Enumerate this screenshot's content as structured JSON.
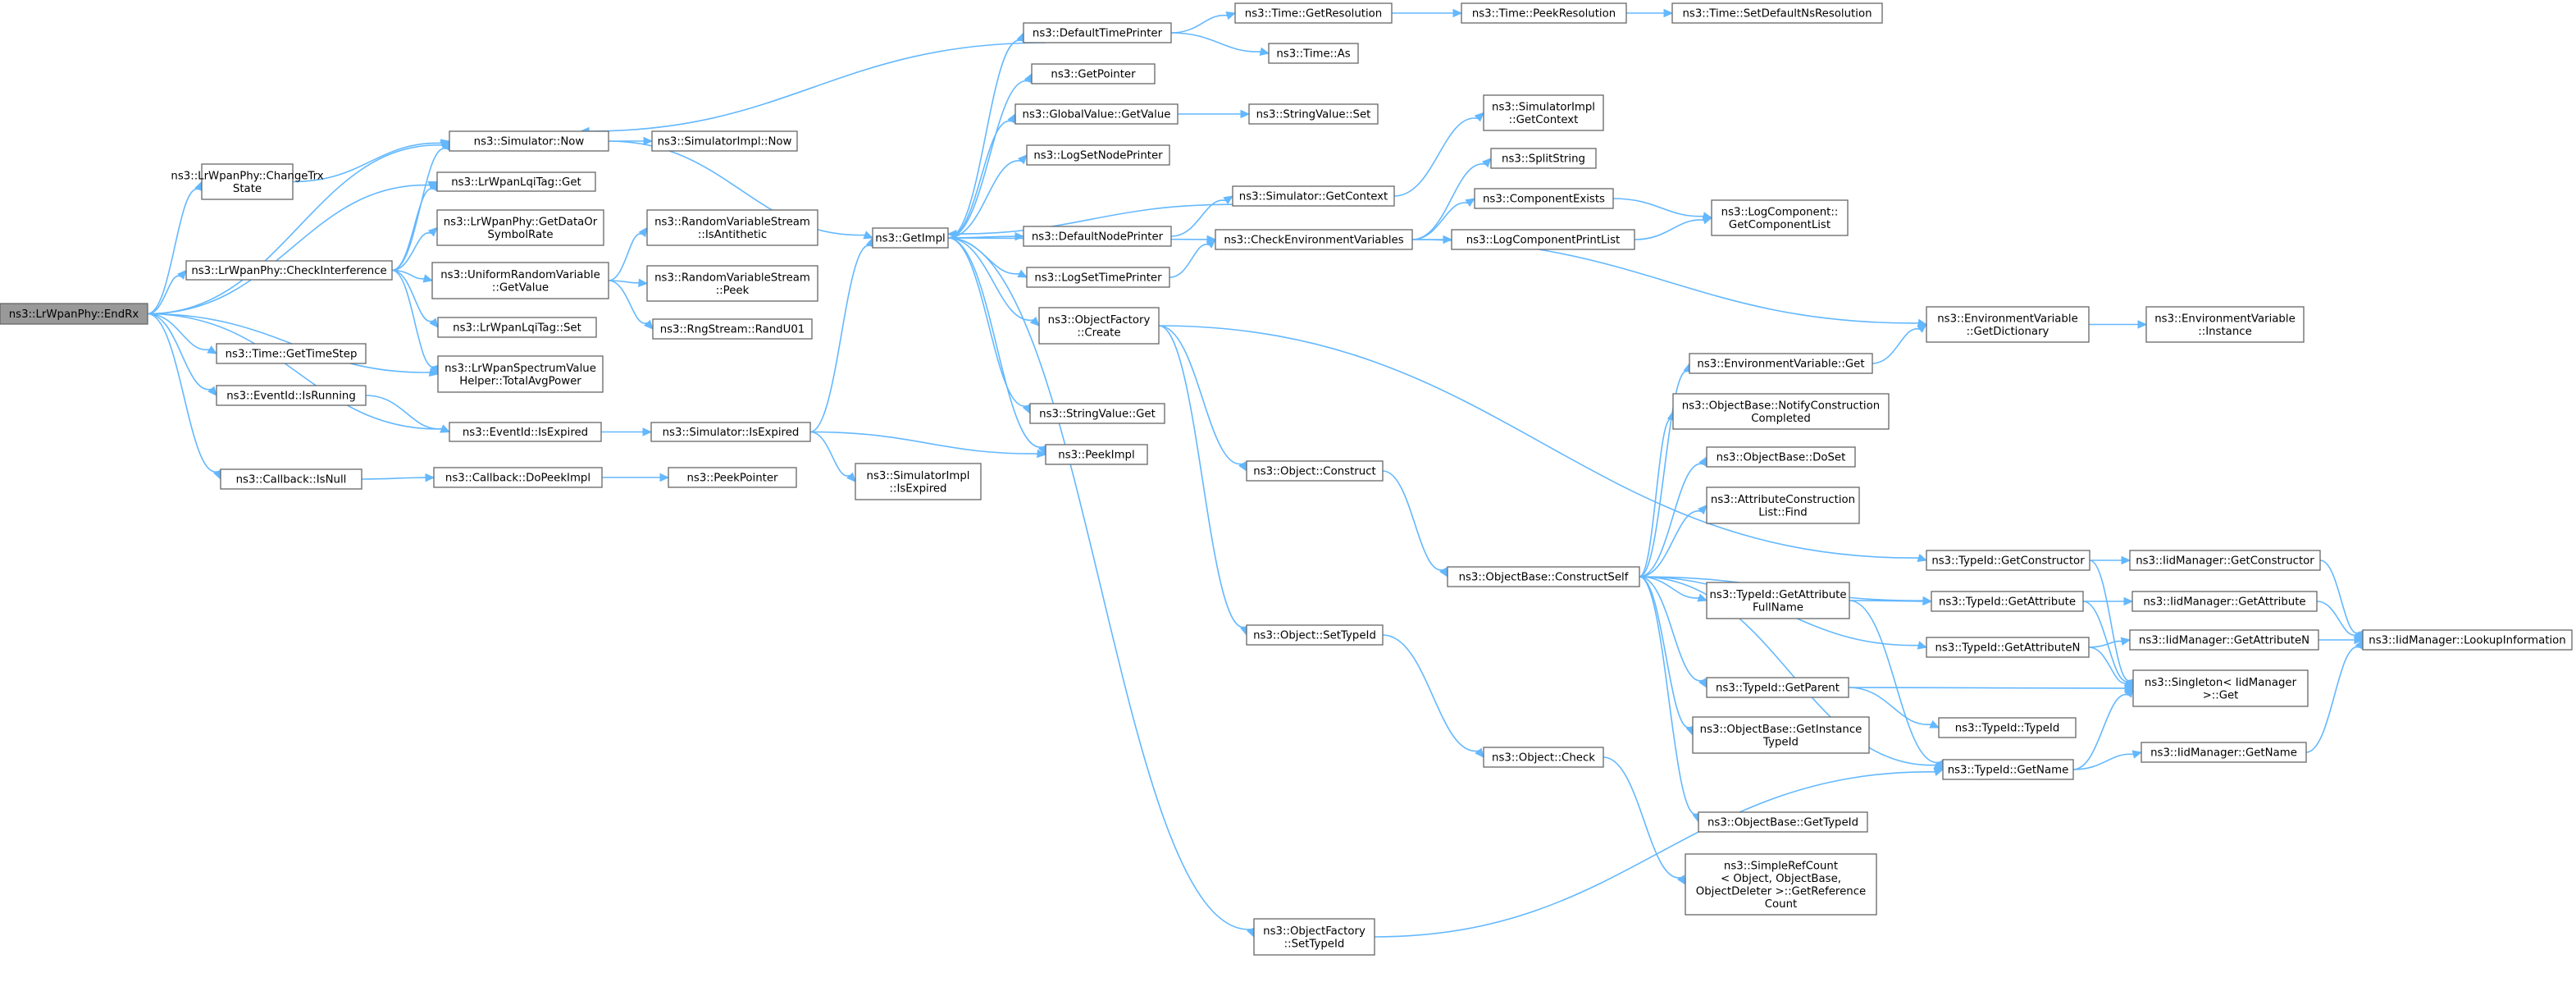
{
  "colors": {
    "node_fill": "#ffffff",
    "node_border": "#666666",
    "root_fill": "#999999",
    "root_border": "#666666",
    "highlight_border": "#ff0000",
    "edge": "#63B8FF",
    "text": "#000000"
  },
  "nodes": [
    {
      "id": "endrx",
      "lines": [
        "ns3::LrWpanPhy::EndRx"
      ],
      "style": "root"
    },
    {
      "id": "changetrx",
      "lines": [
        "ns3::LrWpanPhy::ChangeTrx",
        "State"
      ]
    },
    {
      "id": "checkintf",
      "lines": [
        "ns3::LrWpanPhy::CheckInterference"
      ]
    },
    {
      "id": "timestep",
      "lines": [
        "ns3::Time::GetTimeStep"
      ]
    },
    {
      "id": "isrunning",
      "lines": [
        "ns3::EventId::IsRunning"
      ]
    },
    {
      "id": "cbisnull",
      "lines": [
        "ns3::Callback::IsNull"
      ]
    },
    {
      "id": "simnow",
      "lines": [
        "ns3::Simulator::Now"
      ]
    },
    {
      "id": "lqiget",
      "lines": [
        "ns3::LrWpanLqiTag::Get"
      ]
    },
    {
      "id": "datasym",
      "lines": [
        "ns3::LrWpanPhy::GetDataOr",
        "SymbolRate"
      ]
    },
    {
      "id": "urvget",
      "lines": [
        "ns3::UniformRandomVariable",
        "::GetValue"
      ]
    },
    {
      "id": "lqiset",
      "lines": [
        "ns3::LrWpanLqiTag::Set"
      ]
    },
    {
      "id": "totalavg",
      "lines": [
        "ns3::LrWpanSpectrumValue",
        "Helper::TotalAvgPower"
      ]
    },
    {
      "id": "evexpired",
      "lines": [
        "ns3::EventId::IsExpired"
      ]
    },
    {
      "id": "cbdopeek",
      "lines": [
        "ns3::Callback::DoPeekImpl"
      ]
    },
    {
      "id": "simimplnow",
      "lines": [
        "ns3::SimulatorImpl::Now"
      ]
    },
    {
      "id": "rvsanti",
      "lines": [
        "ns3::RandomVariableStream",
        "::IsAntithetic"
      ]
    },
    {
      "id": "rvspeek",
      "lines": [
        "ns3::RandomVariableStream",
        "::Peek"
      ]
    },
    {
      "id": "randu01",
      "lines": [
        "ns3::RngStream::RandU01"
      ]
    },
    {
      "id": "simexpired",
      "lines": [
        "ns3::Simulator::IsExpired"
      ]
    },
    {
      "id": "peekptr",
      "lines": [
        "ns3::PeekPointer"
      ]
    },
    {
      "id": "simimplexp",
      "lines": [
        "ns3::SimulatorImpl",
        "::IsExpired"
      ]
    },
    {
      "id": "getimpl",
      "lines": [
        "ns3::GetImpl"
      ]
    },
    {
      "id": "deftimeprinter",
      "lines": [
        "ns3::DefaultTimePrinter"
      ]
    },
    {
      "id": "getpointer",
      "lines": [
        "ns3::GetPointer"
      ]
    },
    {
      "id": "gvgetvalue",
      "lines": [
        "ns3::GlobalValue::GetValue"
      ]
    },
    {
      "id": "logsetnode",
      "lines": [
        "ns3::LogSetNodePrinter"
      ]
    },
    {
      "id": "defnodeprinter",
      "lines": [
        "ns3::DefaultNodePrinter"
      ]
    },
    {
      "id": "logsettime",
      "lines": [
        "ns3::LogSetTimePrinter"
      ]
    },
    {
      "id": "objfactcreate",
      "lines": [
        "ns3::ObjectFactory",
        "::Create"
      ]
    },
    {
      "id": "strvalget",
      "lines": [
        "ns3::StringValue::Get"
      ]
    },
    {
      "id": "peekimpl",
      "lines": [
        "ns3::PeekImpl"
      ]
    },
    {
      "id": "timegetres",
      "lines": [
        "ns3::Time::GetResolution"
      ]
    },
    {
      "id": "timeas",
      "lines": [
        "ns3::Time::As"
      ]
    },
    {
      "id": "strvalset",
      "lines": [
        "ns3::StringValue::Set"
      ]
    },
    {
      "id": "simgetctx",
      "lines": [
        "ns3::Simulator::GetContext"
      ]
    },
    {
      "id": "checkenv",
      "lines": [
        "ns3::CheckEnvironmentVariables"
      ]
    },
    {
      "id": "objconstruct",
      "lines": [
        "ns3::Object::Construct"
      ]
    },
    {
      "id": "objsettypeid",
      "lines": [
        "ns3::Object::SetTypeId"
      ]
    },
    {
      "id": "objfactset",
      "lines": [
        "ns3::ObjectFactory",
        "::SetTypeId"
      ]
    },
    {
      "id": "timepeekres",
      "lines": [
        "ns3::Time::PeekResolution"
      ]
    },
    {
      "id": "simimplctx",
      "lines": [
        "ns3::SimulatorImpl",
        "::GetContext"
      ]
    },
    {
      "id": "splitstring",
      "lines": [
        "ns3::SplitString"
      ]
    },
    {
      "id": "compexists",
      "lines": [
        "ns3::ComponentExists"
      ]
    },
    {
      "id": "logcompprint",
      "lines": [
        "ns3::LogComponentPrintList"
      ]
    },
    {
      "id": "objbasecs",
      "lines": [
        "ns3::ObjectBase::ConstructSelf"
      ]
    },
    {
      "id": "objcheck",
      "lines": [
        "ns3::Object::Check"
      ]
    },
    {
      "id": "timesetdef",
      "lines": [
        "ns3::Time::SetDefaultNsResolution"
      ],
      "style": "highlight"
    },
    {
      "id": "logcompgcl",
      "lines": [
        "ns3::LogComponent::",
        "GetComponentList"
      ]
    },
    {
      "id": "envvarget",
      "lines": [
        "ns3::EnvironmentVariable::Get"
      ]
    },
    {
      "id": "notifyconst",
      "lines": [
        "ns3::ObjectBase::NotifyConstruction",
        "Completed"
      ]
    },
    {
      "id": "doset",
      "lines": [
        "ns3::ObjectBase::DoSet"
      ]
    },
    {
      "id": "attrfind",
      "lines": [
        "ns3::AttributeConstruction",
        "List::Find"
      ]
    },
    {
      "id": "tidgetattrfull",
      "lines": [
        "ns3::TypeId::GetAttribute",
        "FullName"
      ]
    },
    {
      "id": "tidgetparent",
      "lines": [
        "ns3::TypeId::GetParent"
      ],
      "style": "highlight"
    },
    {
      "id": "getinsttypeid",
      "lines": [
        "ns3::ObjectBase::GetInstance",
        "TypeId"
      ]
    },
    {
      "id": "getobjtypeid",
      "lines": [
        "ns3::ObjectBase::GetTypeId"
      ],
      "style": "highlight"
    },
    {
      "id": "simplerefcount",
      "lines": [
        "ns3::SimpleRefCount",
        "< Object, ObjectBase,",
        "ObjectDeleter >::GetReference",
        "Count"
      ]
    },
    {
      "id": "envvardict",
      "lines": [
        "ns3::EnvironmentVariable",
        "::GetDictionary"
      ]
    },
    {
      "id": "tidgetctor",
      "lines": [
        "ns3::TypeId::GetConstructor"
      ]
    },
    {
      "id": "tidgetattr",
      "lines": [
        "ns3::TypeId::GetAttribute"
      ]
    },
    {
      "id": "tidgetattrn",
      "lines": [
        "ns3::TypeId::GetAttributeN"
      ]
    },
    {
      "id": "tidtypeid",
      "lines": [
        "ns3::TypeId::TypeId"
      ]
    },
    {
      "id": "tidgetname",
      "lines": [
        "ns3::TypeId::GetName"
      ]
    },
    {
      "id": "envvarinst",
      "lines": [
        "ns3::EnvironmentVariable",
        "::Instance"
      ]
    },
    {
      "id": "iidgetctor",
      "lines": [
        "ns3::IidManager::GetConstructor"
      ]
    },
    {
      "id": "iidgetattr",
      "lines": [
        "ns3::IidManager::GetAttribute"
      ]
    },
    {
      "id": "iidgetattrn",
      "lines": [
        "ns3::IidManager::GetAttributeN"
      ]
    },
    {
      "id": "singletonget",
      "lines": [
        "ns3::Singleton< IidManager",
        ">::Get"
      ]
    },
    {
      "id": "iidgetname",
      "lines": [
        "ns3::IidManager::GetName"
      ]
    },
    {
      "id": "iidlookup",
      "lines": [
        "ns3::IidManager::LookupInformation"
      ]
    }
  ],
  "edges": [
    [
      "endrx",
      "changetrx"
    ],
    [
      "endrx",
      "simnow"
    ],
    [
      "endrx",
      "lqiget"
    ],
    [
      "endrx",
      "checkintf"
    ],
    [
      "endrx",
      "timestep"
    ],
    [
      "endrx",
      "isrunning"
    ],
    [
      "endrx",
      "evexpired"
    ],
    [
      "endrx",
      "cbisnull"
    ],
    [
      "endrx",
      "totalavg"
    ],
    [
      "changetrx",
      "simnow"
    ],
    [
      "checkintf",
      "simnow"
    ],
    [
      "checkintf",
      "lqiget"
    ],
    [
      "checkintf",
      "datasym"
    ],
    [
      "checkintf",
      "urvget"
    ],
    [
      "checkintf",
      "lqiset"
    ],
    [
      "checkintf",
      "totalavg"
    ],
    [
      "isrunning",
      "evexpired"
    ],
    [
      "cbisnull",
      "cbdopeek"
    ],
    [
      "simnow",
      "simimplnow"
    ],
    [
      "simnow",
      "getimpl"
    ],
    [
      "urvget",
      "rvsanti"
    ],
    [
      "urvget",
      "rvspeek"
    ],
    [
      "urvget",
      "randu01"
    ],
    [
      "evexpired",
      "simexpired"
    ],
    [
      "cbdopeek",
      "peekptr"
    ],
    [
      "simexpired",
      "getimpl"
    ],
    [
      "simexpired",
      "peekimpl"
    ],
    [
      "simexpired",
      "simimplexp"
    ],
    [
      "getimpl",
      "deftimeprinter"
    ],
    [
      "getimpl",
      "getpointer"
    ],
    [
      "getimpl",
      "gvgetvalue"
    ],
    [
      "getimpl",
      "logsetnode"
    ],
    [
      "getimpl",
      "defnodeprinter"
    ],
    [
      "getimpl",
      "logsettime"
    ],
    [
      "getimpl",
      "objfactcreate"
    ],
    [
      "getimpl",
      "strvalget"
    ],
    [
      "getimpl",
      "peekimpl"
    ],
    [
      "getimpl",
      "objfactset"
    ],
    [
      "getimpl",
      "checkenv"
    ],
    [
      "deftimeprinter",
      "simnow"
    ],
    [
      "deftimeprinter",
      "timegetres"
    ],
    [
      "deftimeprinter",
      "timeas"
    ],
    [
      "gvgetvalue",
      "strvalset"
    ],
    [
      "defnodeprinter",
      "simgetctx"
    ],
    [
      "logsettime",
      "checkenv"
    ],
    [
      "simgetctx",
      "getimpl"
    ],
    [
      "simgetctx",
      "simimplctx"
    ],
    [
      "checkenv",
      "splitstring"
    ],
    [
      "checkenv",
      "compexists"
    ],
    [
      "checkenv",
      "logcompprint"
    ],
    [
      "checkenv",
      "envvardict"
    ],
    [
      "compexists",
      "logcompgcl"
    ],
    [
      "logcompprint",
      "logcompgcl"
    ],
    [
      "objfactcreate",
      "objconstruct"
    ],
    [
      "objfactcreate",
      "objsettypeid"
    ],
    [
      "objfactcreate",
      "tidgetctor"
    ],
    [
      "timegetres",
      "timepeekres"
    ],
    [
      "timepeekres",
      "timesetdef"
    ],
    [
      "objconstruct",
      "objbasecs"
    ],
    [
      "objsettypeid",
      "objcheck"
    ],
    [
      "objcheck",
      "simplerefcount"
    ],
    [
      "objfactset",
      "tidgetname"
    ],
    [
      "objbasecs",
      "envvarget"
    ],
    [
      "objbasecs",
      "notifyconst"
    ],
    [
      "objbasecs",
      "doset"
    ],
    [
      "objbasecs",
      "attrfind"
    ],
    [
      "objbasecs",
      "tidgetattrfull"
    ],
    [
      "objbasecs",
      "tidgetattr"
    ],
    [
      "objbasecs",
      "tidgetattrn"
    ],
    [
      "objbasecs",
      "tidgetparent"
    ],
    [
      "objbasecs",
      "getinsttypeid"
    ],
    [
      "objbasecs",
      "getobjtypeid"
    ],
    [
      "objbasecs",
      "tidgetname"
    ],
    [
      "envvarget",
      "envvardict"
    ],
    [
      "envvardict",
      "envvarinst"
    ],
    [
      "tidgetattrfull",
      "tidgetattr"
    ],
    [
      "tidgetattrfull",
      "tidgetname"
    ],
    [
      "tidgetparent",
      "tidtypeid"
    ],
    [
      "tidgetparent",
      "singletonget"
    ],
    [
      "tidgetctor",
      "iidgetctor"
    ],
    [
      "tidgetctor",
      "singletonget"
    ],
    [
      "tidgetattr",
      "iidgetattr"
    ],
    [
      "tidgetattr",
      "singletonget"
    ],
    [
      "tidgetattrn",
      "iidgetattrn"
    ],
    [
      "tidgetattrn",
      "singletonget"
    ],
    [
      "tidgetname",
      "iidgetname"
    ],
    [
      "tidgetname",
      "singletonget"
    ],
    [
      "iidgetctor",
      "iidlookup"
    ],
    [
      "iidgetattr",
      "iidlookup"
    ],
    [
      "iidgetattrn",
      "iidlookup"
    ],
    [
      "iidgetname",
      "iidlookup"
    ]
  ]
}
